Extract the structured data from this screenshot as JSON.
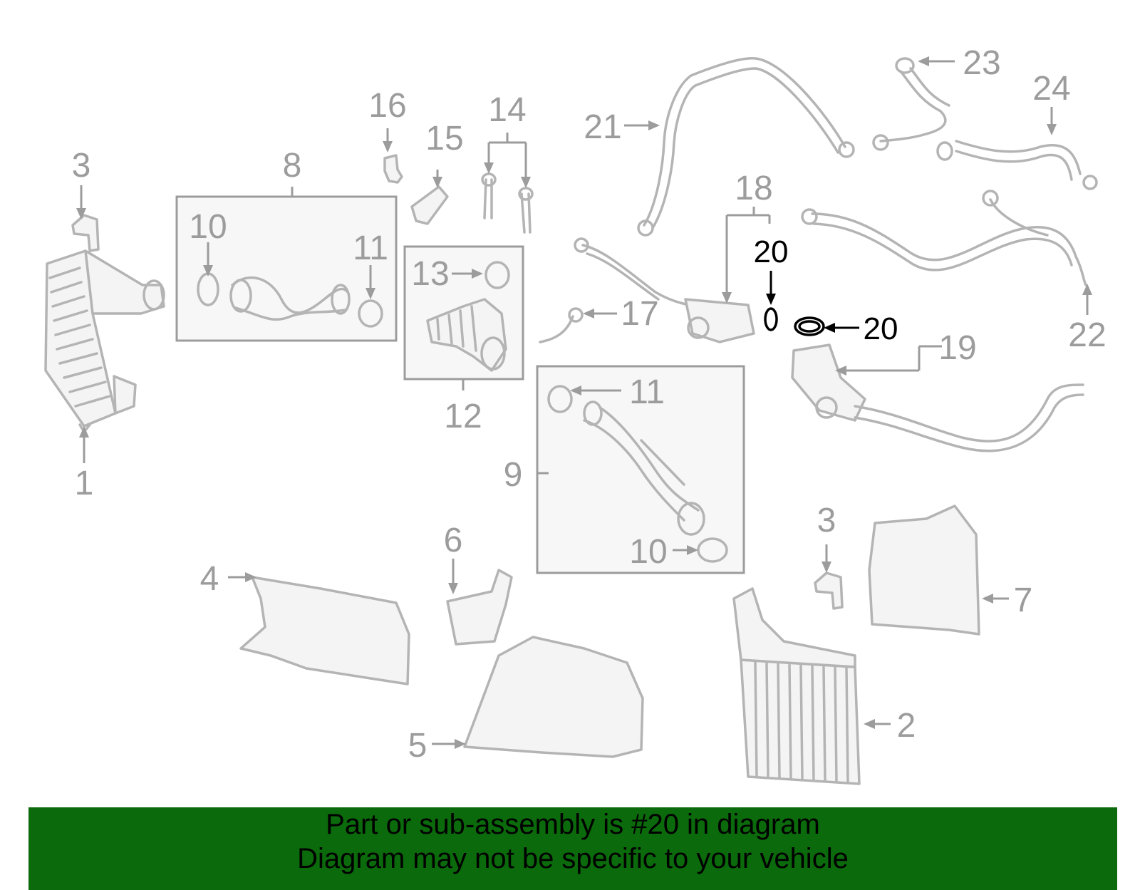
{
  "diagram": {
    "labels": {
      "l1": "1",
      "l2": "2",
      "l3a": "3",
      "l3b": "3",
      "l4": "4",
      "l5": "5",
      "l6": "6",
      "l7": "7",
      "l8": "8",
      "l9": "9",
      "l10a": "10",
      "l10b": "10",
      "l11a": "11",
      "l11b": "11",
      "l12": "12",
      "l13": "13",
      "l14": "14",
      "l15": "15",
      "l16": "16",
      "l17": "17",
      "l18": "18",
      "l19": "19",
      "l20a": "20",
      "l20b": "20",
      "l21": "21",
      "l22": "22",
      "l23": "23",
      "l24": "24"
    },
    "highlight_color": "#000000",
    "part_color": "#b4b4b4"
  },
  "banner": {
    "line1": "Part or sub-assembly is #20 in diagram",
    "line2": "Diagram may not be specific to your vehicle",
    "color": "#0b6a0b"
  }
}
